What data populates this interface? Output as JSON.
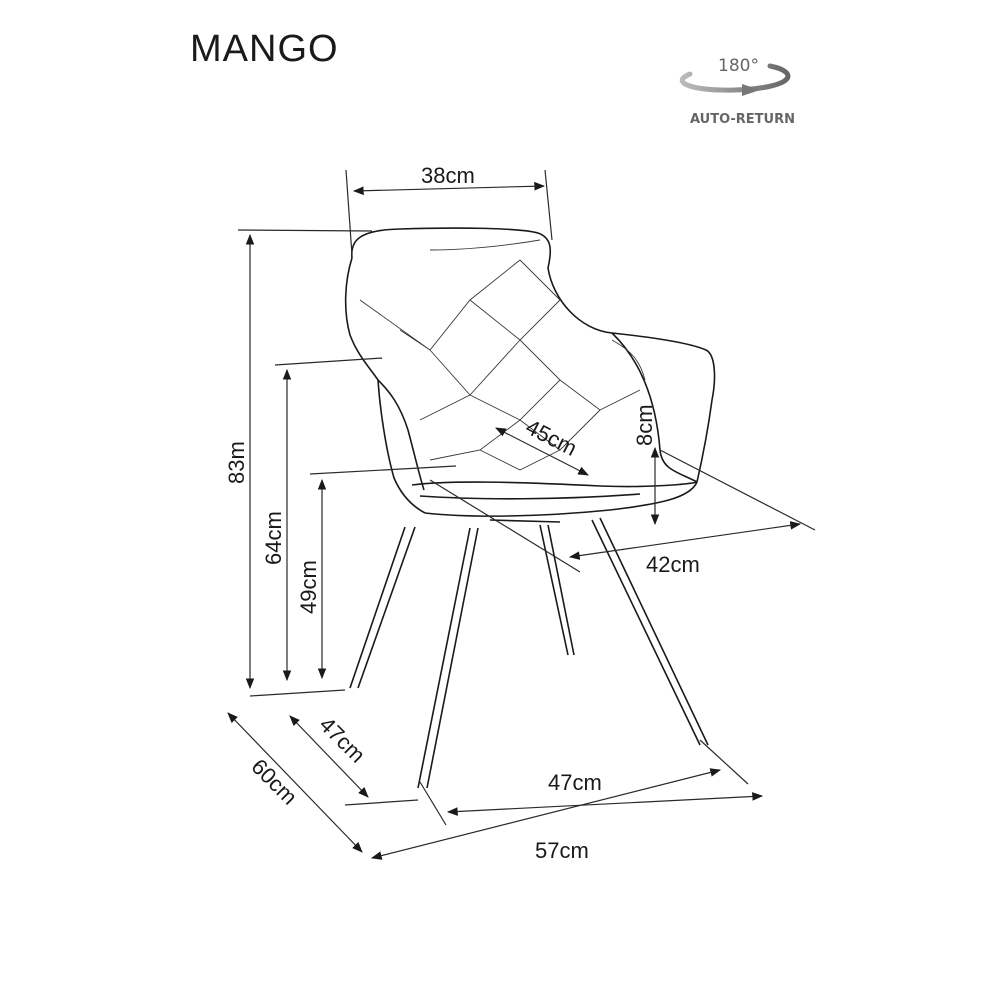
{
  "title": "MANGO",
  "rotation": {
    "degrees": "180°",
    "label": "AUTO-RETURN"
  },
  "dimensions": {
    "back_width": "38cm",
    "total_height": "83m",
    "armrest_height": "64cm",
    "seat_height": "49cm",
    "seat_depth_diag": "45cm",
    "armrest_thickness": "8cm",
    "seat_width": "42cm",
    "leg_depth": "47cm",
    "total_depth": "60cm",
    "leg_width": "47cm",
    "total_width": "57cm"
  }
}
